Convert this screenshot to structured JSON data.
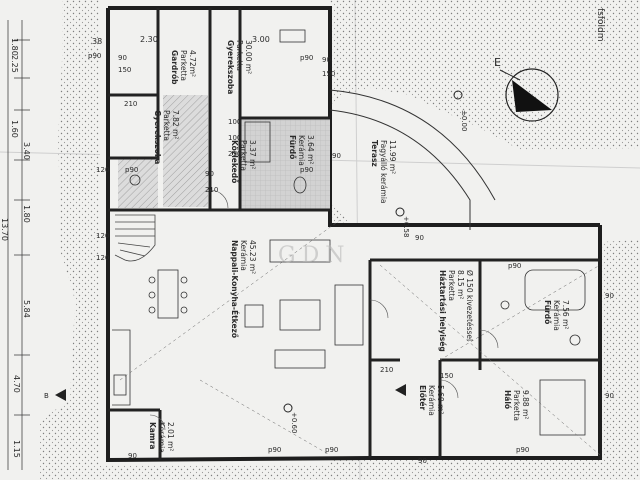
{
  "dimensions_left": [
    "1.80",
    "2.25",
    "1.60",
    "3.40",
    "1.80",
    "13.70",
    "5.84",
    "4.70",
    "1.15"
  ],
  "dimensions_top": [
    "38",
    "2.30",
    "3.00"
  ],
  "floor_label": "fsföldm",
  "elevation_main": "±0.00",
  "elevation_terrace": "+0.58",
  "elevation_living": "+0.60",
  "watermark": "GDN",
  "rooms": {
    "gardrob": {
      "name": "Gardrób",
      "floor": "Parketta",
      "area": "4.72m²"
    },
    "gyerek1": {
      "name": "Gyerekszoba",
      "floor": "Parketta",
      "area": "30.00 m²"
    },
    "gyerek2": {
      "name": "Gyerekszoba",
      "floor": "Parketta",
      "area": "7.82 m²"
    },
    "kozlekedo": {
      "name": "Közlekedő",
      "floor": "Parketta",
      "area": "3.37 m²"
    },
    "furdo1": {
      "name": "Fürdő",
      "floor": "Kerámia",
      "area": "3.64 m²"
    },
    "nappali": {
      "name": "Nappali-Konyha-Étkező",
      "floor": "Kerámia",
      "area": "45.23 m²"
    },
    "terasz": {
      "name": "Terasz",
      "floor": "Fagyálló kerámia",
      "area": "11.99 m²"
    },
    "hazt": {
      "name": "Háztartási helyiség",
      "floor": "Parketta",
      "area": "8.15 m²"
    },
    "furdo2": {
      "name": "Fürdő",
      "floor": "Kerámia",
      "area": "7.56 m²"
    },
    "halo": {
      "name": "Háló",
      "floor": "Parketta",
      "area": "9.88 m²"
    },
    "eloter": {
      "name": "Előtér",
      "floor": "Kerámia",
      "area": "5.60 m²"
    },
    "kamra": {
      "name": "Kamra",
      "floor": "Kerámia",
      "area": "2.01 m²"
    }
  },
  "opening_labels": [
    "p90",
    "90",
    "150",
    "120",
    "210",
    "100",
    "90",
    "p90",
    "120",
    "210",
    "p90",
    "90",
    "150",
    "100",
    "210",
    "p90",
    "120",
    "90",
    "90",
    "150",
    "210",
    "p90",
    "90",
    "90",
    "p90",
    "90",
    "p90",
    "90",
    "p90"
  ],
  "opening_note": "Ø 150 kivezetéssel"
}
